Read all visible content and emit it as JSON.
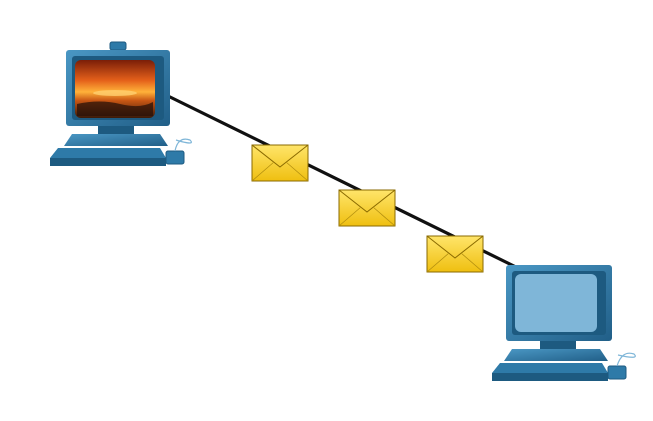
{
  "diagram": {
    "nodes": [
      {
        "id": "source-computer",
        "screen": "sunset-wallpaper"
      },
      {
        "id": "destination-computer",
        "screen": "blank"
      }
    ],
    "link": {
      "from": "source-computer",
      "to": "destination-computer"
    },
    "messages_in_transit": 3,
    "icons": [
      "desktop-computer-icon",
      "envelope-icon"
    ],
    "colors": {
      "computer_body": "#2e7aa8",
      "computer_shadow": "#1d5a80",
      "screen_blank": "#7fb6d8",
      "envelope": "#f4cf2e",
      "link": "#111111"
    }
  }
}
